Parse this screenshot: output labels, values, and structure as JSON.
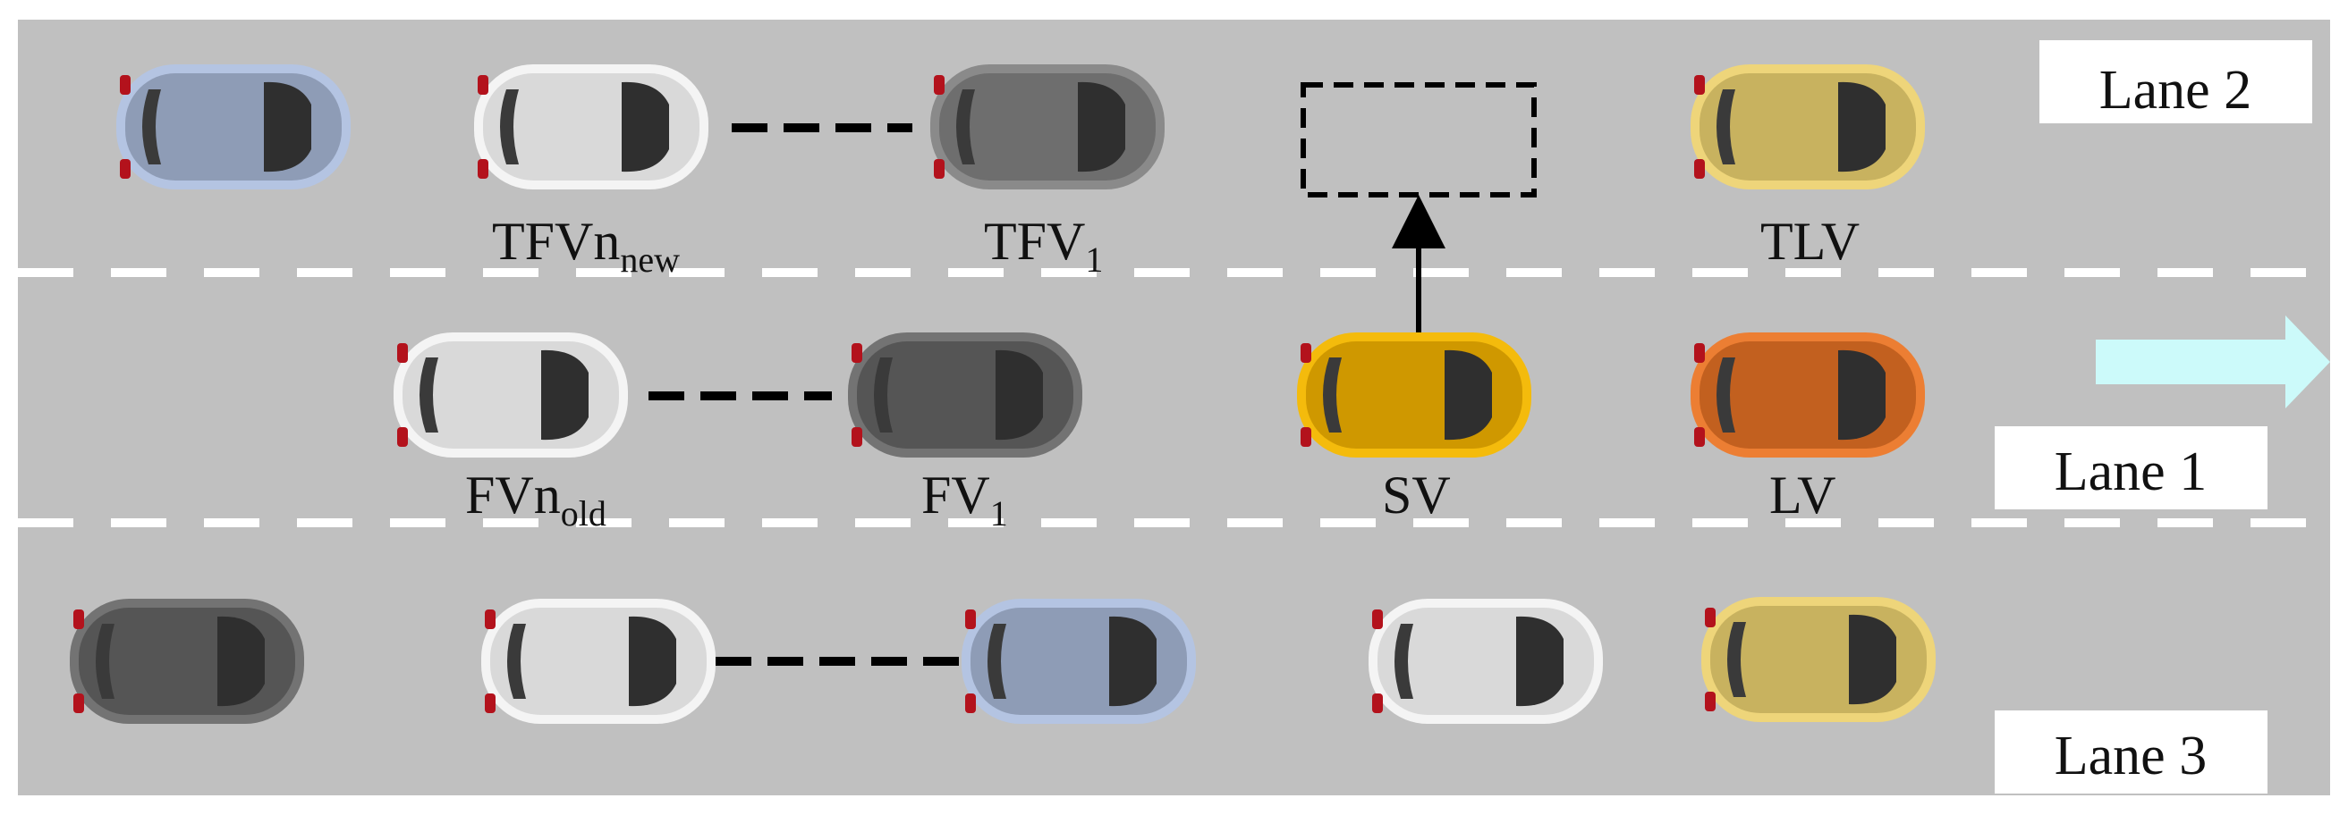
{
  "lanes": [
    {
      "label": "Lane 2"
    },
    {
      "label": "Lane 1"
    },
    {
      "label": "Lane 3"
    }
  ],
  "vehicle_labels": {
    "tfvn": {
      "main": "TFVn",
      "sub": "new"
    },
    "tfv1": {
      "main": "TFV",
      "sub": "1"
    },
    "tlv": {
      "main": "TLV",
      "sub": ""
    },
    "fvn": {
      "main": "FVn",
      "sub": "old"
    },
    "fv1": {
      "main": "FV",
      "sub": "1"
    },
    "sv": {
      "main": "SV",
      "sub": ""
    },
    "lv": {
      "main": "LV",
      "sub": ""
    }
  },
  "colors": {
    "road": "#c0c0c0",
    "marking": "#ffffff",
    "car_white": "#d9d9d9",
    "car_white_edge": "#f4f4f4",
    "car_gray": "#6e6e6e",
    "car_gray_edge": "#8a8a8a",
    "car_dark": "#555555",
    "car_dark_edge": "#737373",
    "car_blue": "#8e9cb6",
    "car_blue_edge": "#b4c4e2",
    "car_gold": "#c8b25f",
    "car_gold_edge": "#eed57a",
    "car_yellow": "#cf9800",
    "car_yellow_edge": "#f4bb0c",
    "car_orange": "#c2601f",
    "car_orange_edge": "#ec7e33",
    "direction_arrow": "#ccfafa"
  },
  "icons": [
    "car-icon",
    "direction-arrow-icon",
    "lane-change-arrow-icon"
  ]
}
